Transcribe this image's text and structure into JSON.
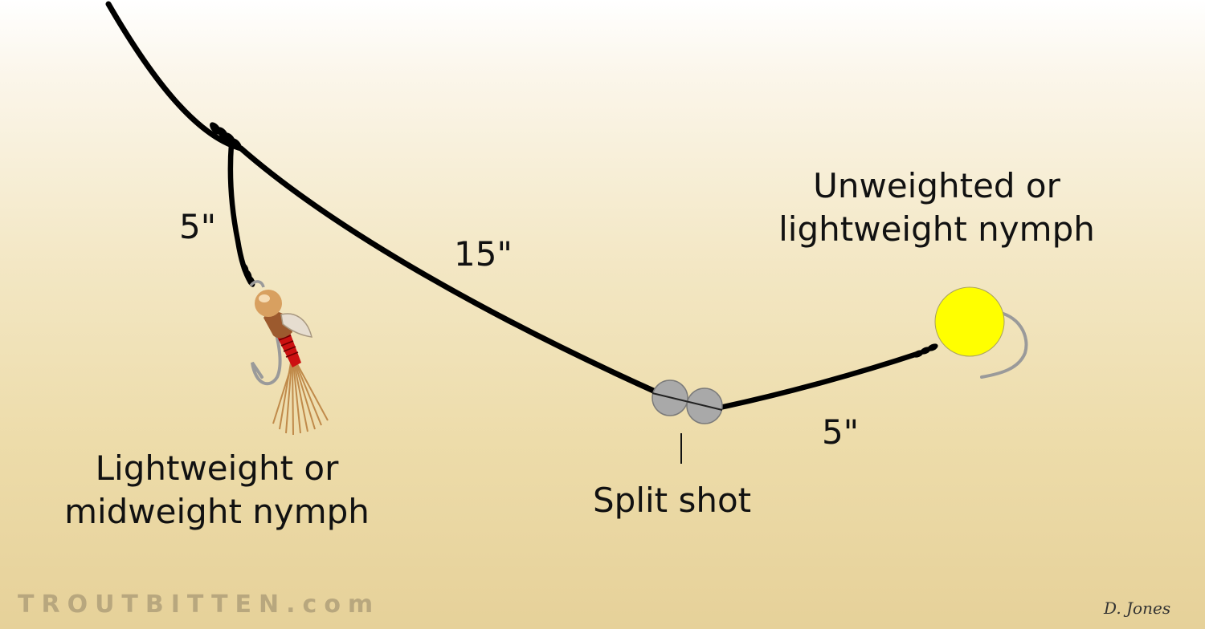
{
  "labels": {
    "dropper_length": "5\"",
    "main_length": "15\"",
    "tag_length": "5\"",
    "top_fly": "Unweighted or\nlightweight nymph",
    "bottom_fly": "Lightweight or\nmidweight nymph",
    "split_shot": "Split shot"
  },
  "watermark": "TROUTBITTEN.com",
  "signature": "D. Jones",
  "colors": {
    "line": "#000000",
    "bead_yellow": "#ffff00",
    "split_shot": "#a9a9a9",
    "thread_red": "#cc1111",
    "hook": "#9a9a9a",
    "tail": "#c08a4a",
    "bead_copper": "#d8a060"
  }
}
